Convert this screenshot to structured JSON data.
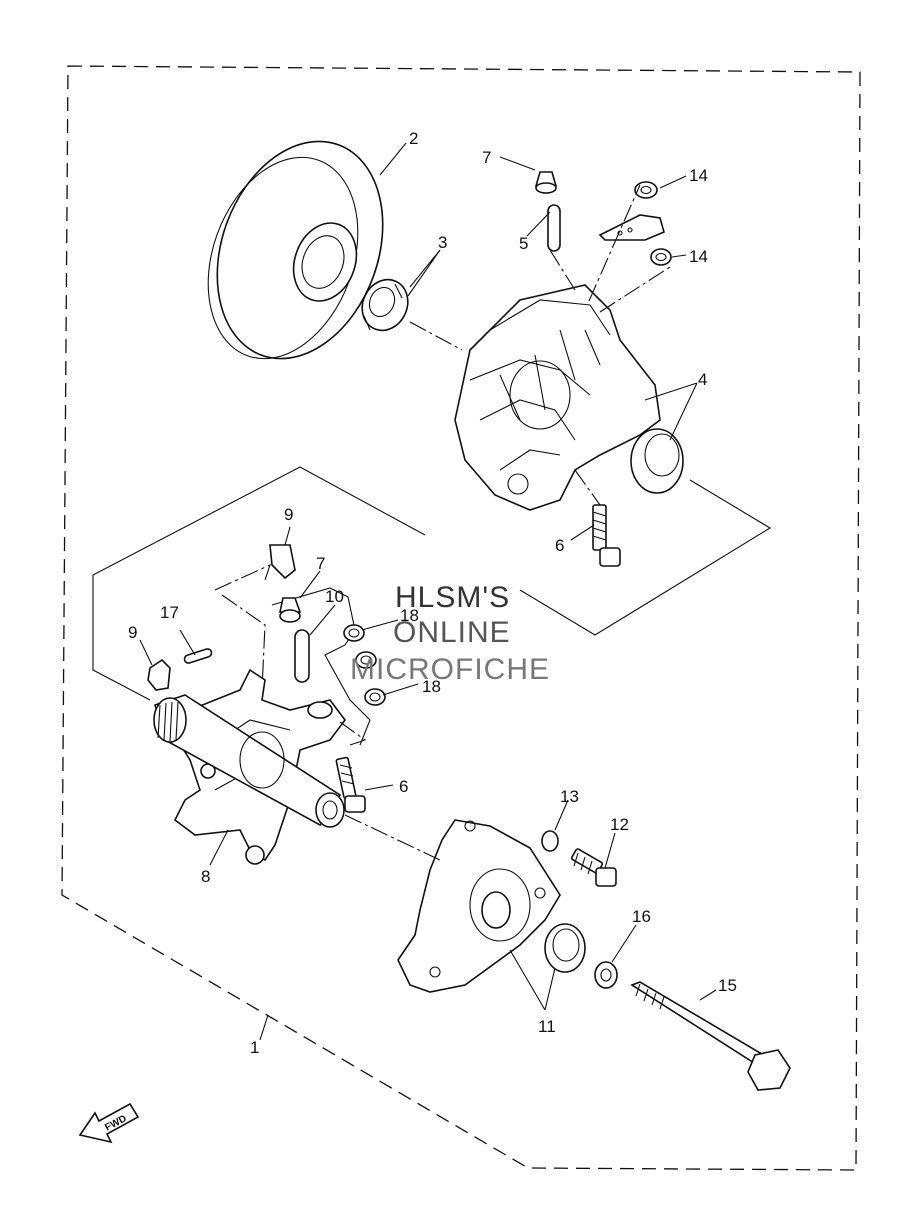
{
  "diagram": {
    "callouts": {
      "p1": "1",
      "p2": "2",
      "p3": "3",
      "p4": "4",
      "p5": "5",
      "p6a": "6",
      "p6b": "6",
      "p7a": "7",
      "p7b": "7",
      "p8": "8",
      "p9a": "9",
      "p9b": "9",
      "p10": "10",
      "p11": "11",
      "p12": "12",
      "p13": "13",
      "p14a": "14",
      "p14b": "14",
      "p15": "15",
      "p16": "16",
      "p17": "17",
      "p18a": "18",
      "p18b": "18"
    },
    "watermark": {
      "line1": "HLSM'S",
      "line2": "ONLINE",
      "line3": "MICROFICHE"
    },
    "fwd_label": "FWD"
  }
}
